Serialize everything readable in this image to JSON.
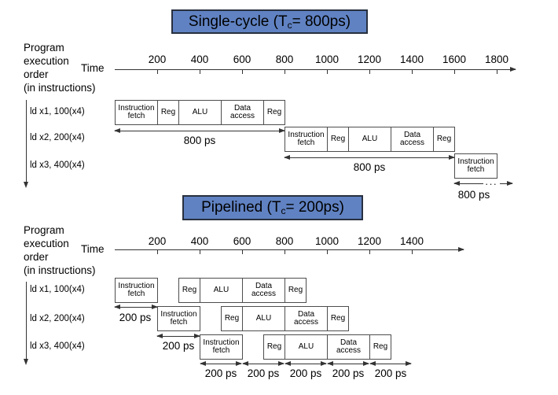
{
  "stages": {
    "fetch1": "Instruction",
    "fetch2": "fetch",
    "reg": "Reg",
    "alu": "ALU",
    "data1": "Data",
    "data2": "access"
  },
  "top": {
    "title": {
      "pre": "Single-cycle (T",
      "sub": "c",
      "post": "= 800ps)"
    },
    "side": [
      "Program",
      "execution",
      "order",
      "(in instructions)"
    ],
    "time": "Time",
    "ticks": [
      "200",
      "400",
      "600",
      "800",
      "1000",
      "1200",
      "1400",
      "1600",
      "1800"
    ],
    "instructions": [
      "ld x1, 100(x4)",
      "ld x2, 200(x4)",
      "ld x3, 400(x4)"
    ],
    "dur": "800 ps",
    "ellipsis": "···"
  },
  "bottom": {
    "title": {
      "pre": "Pipelined (T",
      "sub": "c",
      "post": "= 200ps)"
    },
    "side": [
      "Program",
      "execution",
      "order",
      "(in instructions)"
    ],
    "time": "Time",
    "ticks": [
      "200",
      "400",
      "600",
      "800",
      "1000",
      "1200",
      "1400"
    ],
    "instructions": [
      "ld x1, 100(x4)",
      "ld x2, 200(x4)",
      "ld x3, 400(x4)"
    ],
    "dur": "200 ps"
  },
  "schedule": {
    "unit": "ps",
    "single_cycle": {
      "cycle_time_ps": 800,
      "stage_sequence": [
        "Instruction fetch",
        "Reg",
        "ALU",
        "Data access",
        "Reg"
      ],
      "stage_durations_ps": [
        200,
        100,
        200,
        200,
        100
      ],
      "instruction_start_ps": [
        0,
        800,
        1600
      ]
    },
    "pipelined": {
      "cycle_time_ps": 200,
      "stage_sequence": [
        "Instruction fetch",
        "Reg",
        "ALU",
        "Data access",
        "Reg"
      ],
      "stage_spans_ps_relative": [
        [
          0,
          200
        ],
        [
          300,
          400
        ],
        [
          400,
          600
        ],
        [
          600,
          800
        ],
        [
          800,
          900
        ]
      ],
      "instruction_start_ps": [
        0,
        200,
        400
      ]
    }
  },
  "colors": {
    "title_fill": "#6082c2",
    "title_border": "#28303f",
    "box_border": "#4d4d4d",
    "line": "#333333"
  }
}
